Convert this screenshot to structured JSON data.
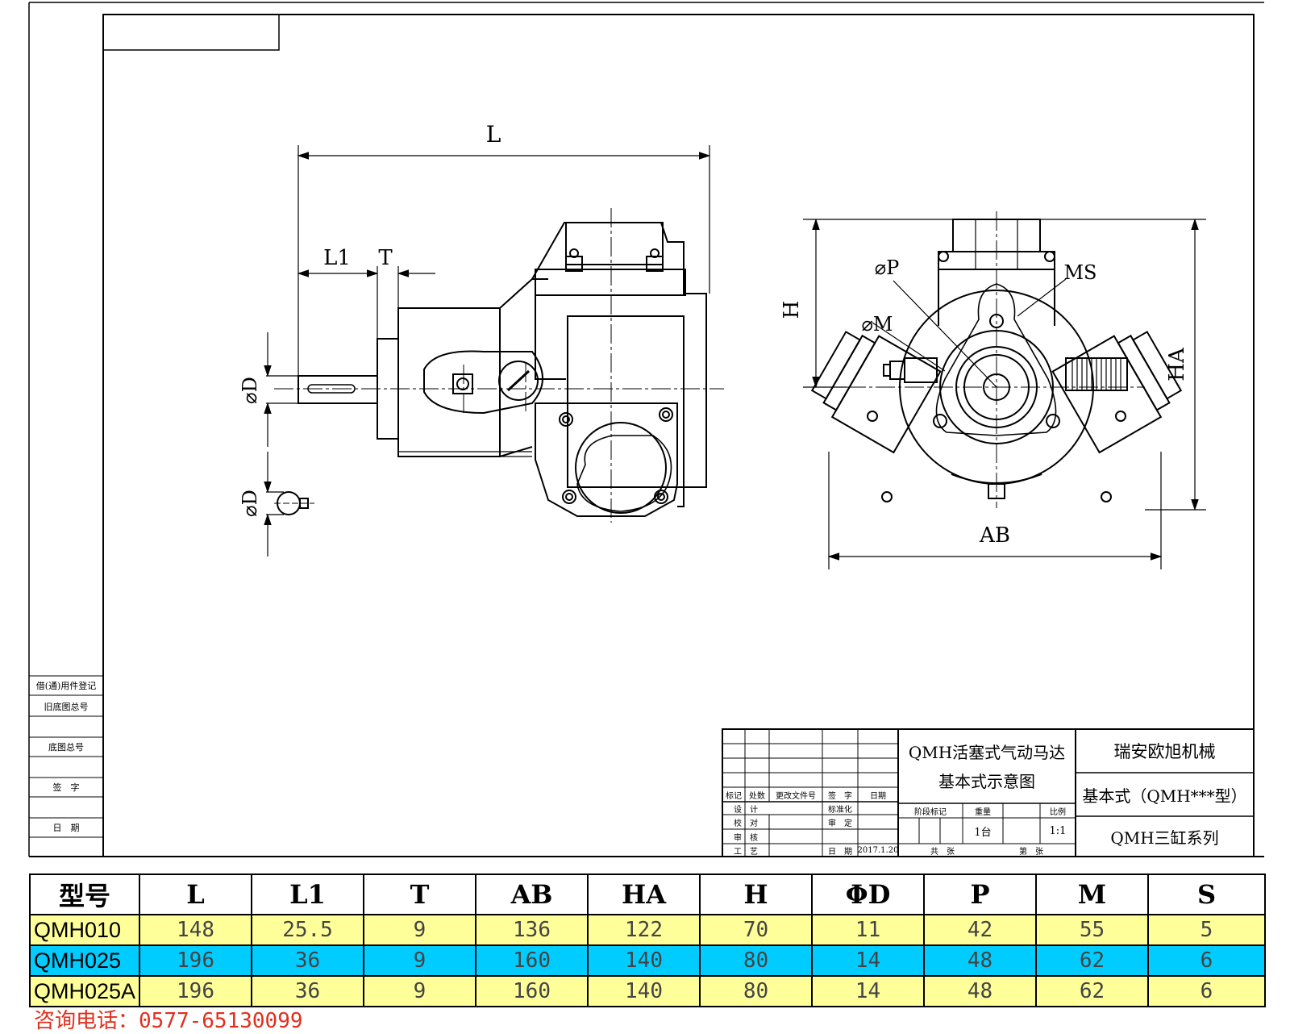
{
  "drawing": {
    "dims_side": {
      "L": "L",
      "L1": "L1",
      "T": "T",
      "D1": "⌀D",
      "D2": "⌀D"
    },
    "dims_front": {
      "P": "⌀P",
      "M": "⌀M",
      "MS": "MS",
      "H": "H",
      "HA": "HA",
      "AB": "AB"
    }
  },
  "side_panel": [
    "借(通)用件登记",
    "旧底图总号",
    "底图总号",
    "签　字",
    "日　期"
  ],
  "title_block": {
    "title_line1": "QMH活塞式气动马达",
    "title_line2": "基本式示意图",
    "company": "瑞安欧旭机械",
    "type": "基本式（QMH***型）",
    "series": "QMH三缸系列",
    "rev_headers": [
      "标记",
      "处数",
      "更改文件号",
      "签　字",
      "日期"
    ],
    "left_rows": [
      [
        "设　计",
        "标准化"
      ],
      [
        "校　对",
        "审　定"
      ],
      [
        "审　核",
        ""
      ],
      [
        "工　艺",
        "日　期",
        "2017.1.20"
      ]
    ],
    "stage_label": "阶段标记",
    "weight_label": "重量",
    "ratio_label": "比例",
    "qty": "1台",
    "ratio": "1:1",
    "sheet_total": "共　张",
    "sheet_no": "第　张"
  },
  "spec_table": {
    "headers": [
      "型号",
      "L",
      "L1",
      "T",
      "AB",
      "HA",
      "H",
      "ΦD",
      "P",
      "M",
      "S"
    ],
    "rows": [
      {
        "bg": "#ffff99",
        "cells": [
          "QMH010",
          "148",
          "25.5",
          "9",
          "136",
          "122",
          "70",
          "11",
          "42",
          "55",
          "5"
        ]
      },
      {
        "bg": "#00ccff",
        "cells": [
          "QMH025",
          "196",
          "36",
          "9",
          "160",
          "140",
          "80",
          "14",
          "48",
          "62",
          "6"
        ]
      },
      {
        "bg": "#ffff99",
        "cells": [
          "QMH025A",
          "196",
          "36",
          "9",
          "160",
          "140",
          "80",
          "14",
          "48",
          "62",
          "6"
        ]
      }
    ]
  },
  "footer": {
    "label": "咨询电话：",
    "phone": "0577-65130099",
    "color": "#e0301e"
  }
}
